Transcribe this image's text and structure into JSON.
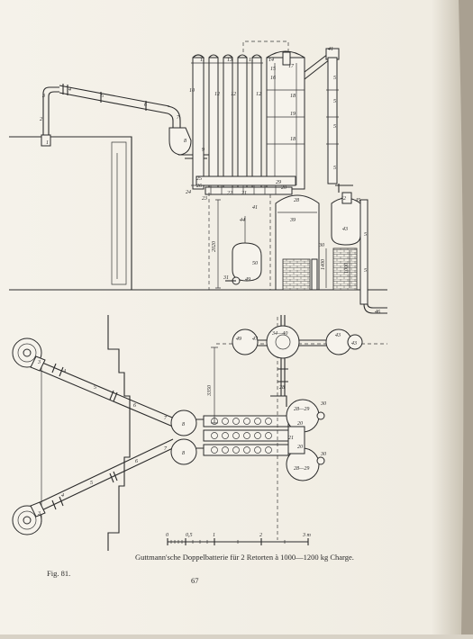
{
  "figure": {
    "caption": "Guttmann'sche Doppelbatterie für 2 Retorten à 1000—1200 kg Charge.",
    "number": "Fig. 81.",
    "page_number": "67"
  },
  "scale_bar": {
    "ticks": [
      "0",
      "0,5",
      "1",
      "2",
      "3 m"
    ]
  },
  "dimensions": {
    "d1": "2020",
    "d2": "3350",
    "d3": "1400",
    "d4": "1000"
  },
  "elevation_labels": {
    "l1": "1",
    "l2": "2",
    "l3": "3",
    "l4": "4",
    "l5": "5",
    "l6": "6",
    "l7": "7",
    "l8": "8",
    "l9": "9",
    "l10": "10",
    "l11": "11",
    "l12": "12",
    "l13": "13",
    "l14": "14",
    "l15": "15",
    "l16": "16",
    "l17": "17",
    "l18": "18",
    "l19": "19",
    "l20": "20",
    "l21": "21",
    "l22": "22",
    "l23": "23",
    "l24": "24",
    "l25": "25",
    "l26": "26",
    "l28": "28",
    "l29": "29",
    "l30": "30",
    "l31": "31",
    "l39": "39",
    "l41": "41",
    "l42": "42",
    "l43": "43",
    "l44": "44",
    "l45": "45",
    "l46": "46",
    "l49": "49",
    "l50": "50"
  },
  "plan_labels": {
    "p1": "1",
    "p2": "2",
    "p3": "3",
    "p4": "4",
    "p5": "5",
    "p6": "6",
    "p7": "7",
    "p8": "8",
    "p34": "34—40",
    "p43": "43",
    "p44": "44",
    "p49": "49",
    "p47": "47",
    "p28": "28",
    "p2829a": "28—29",
    "p2829b": "28—29",
    "p20": "20",
    "p21": "21",
    "p30": "30"
  }
}
